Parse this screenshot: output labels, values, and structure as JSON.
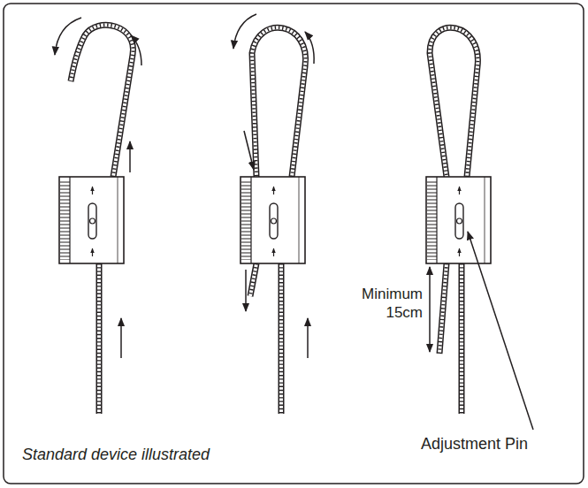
{
  "diagram": {
    "labels": [
      "Minimum 15cm",
      "Adjustment Pin",
      "Standard device illustrated"
    ]
  }
}
